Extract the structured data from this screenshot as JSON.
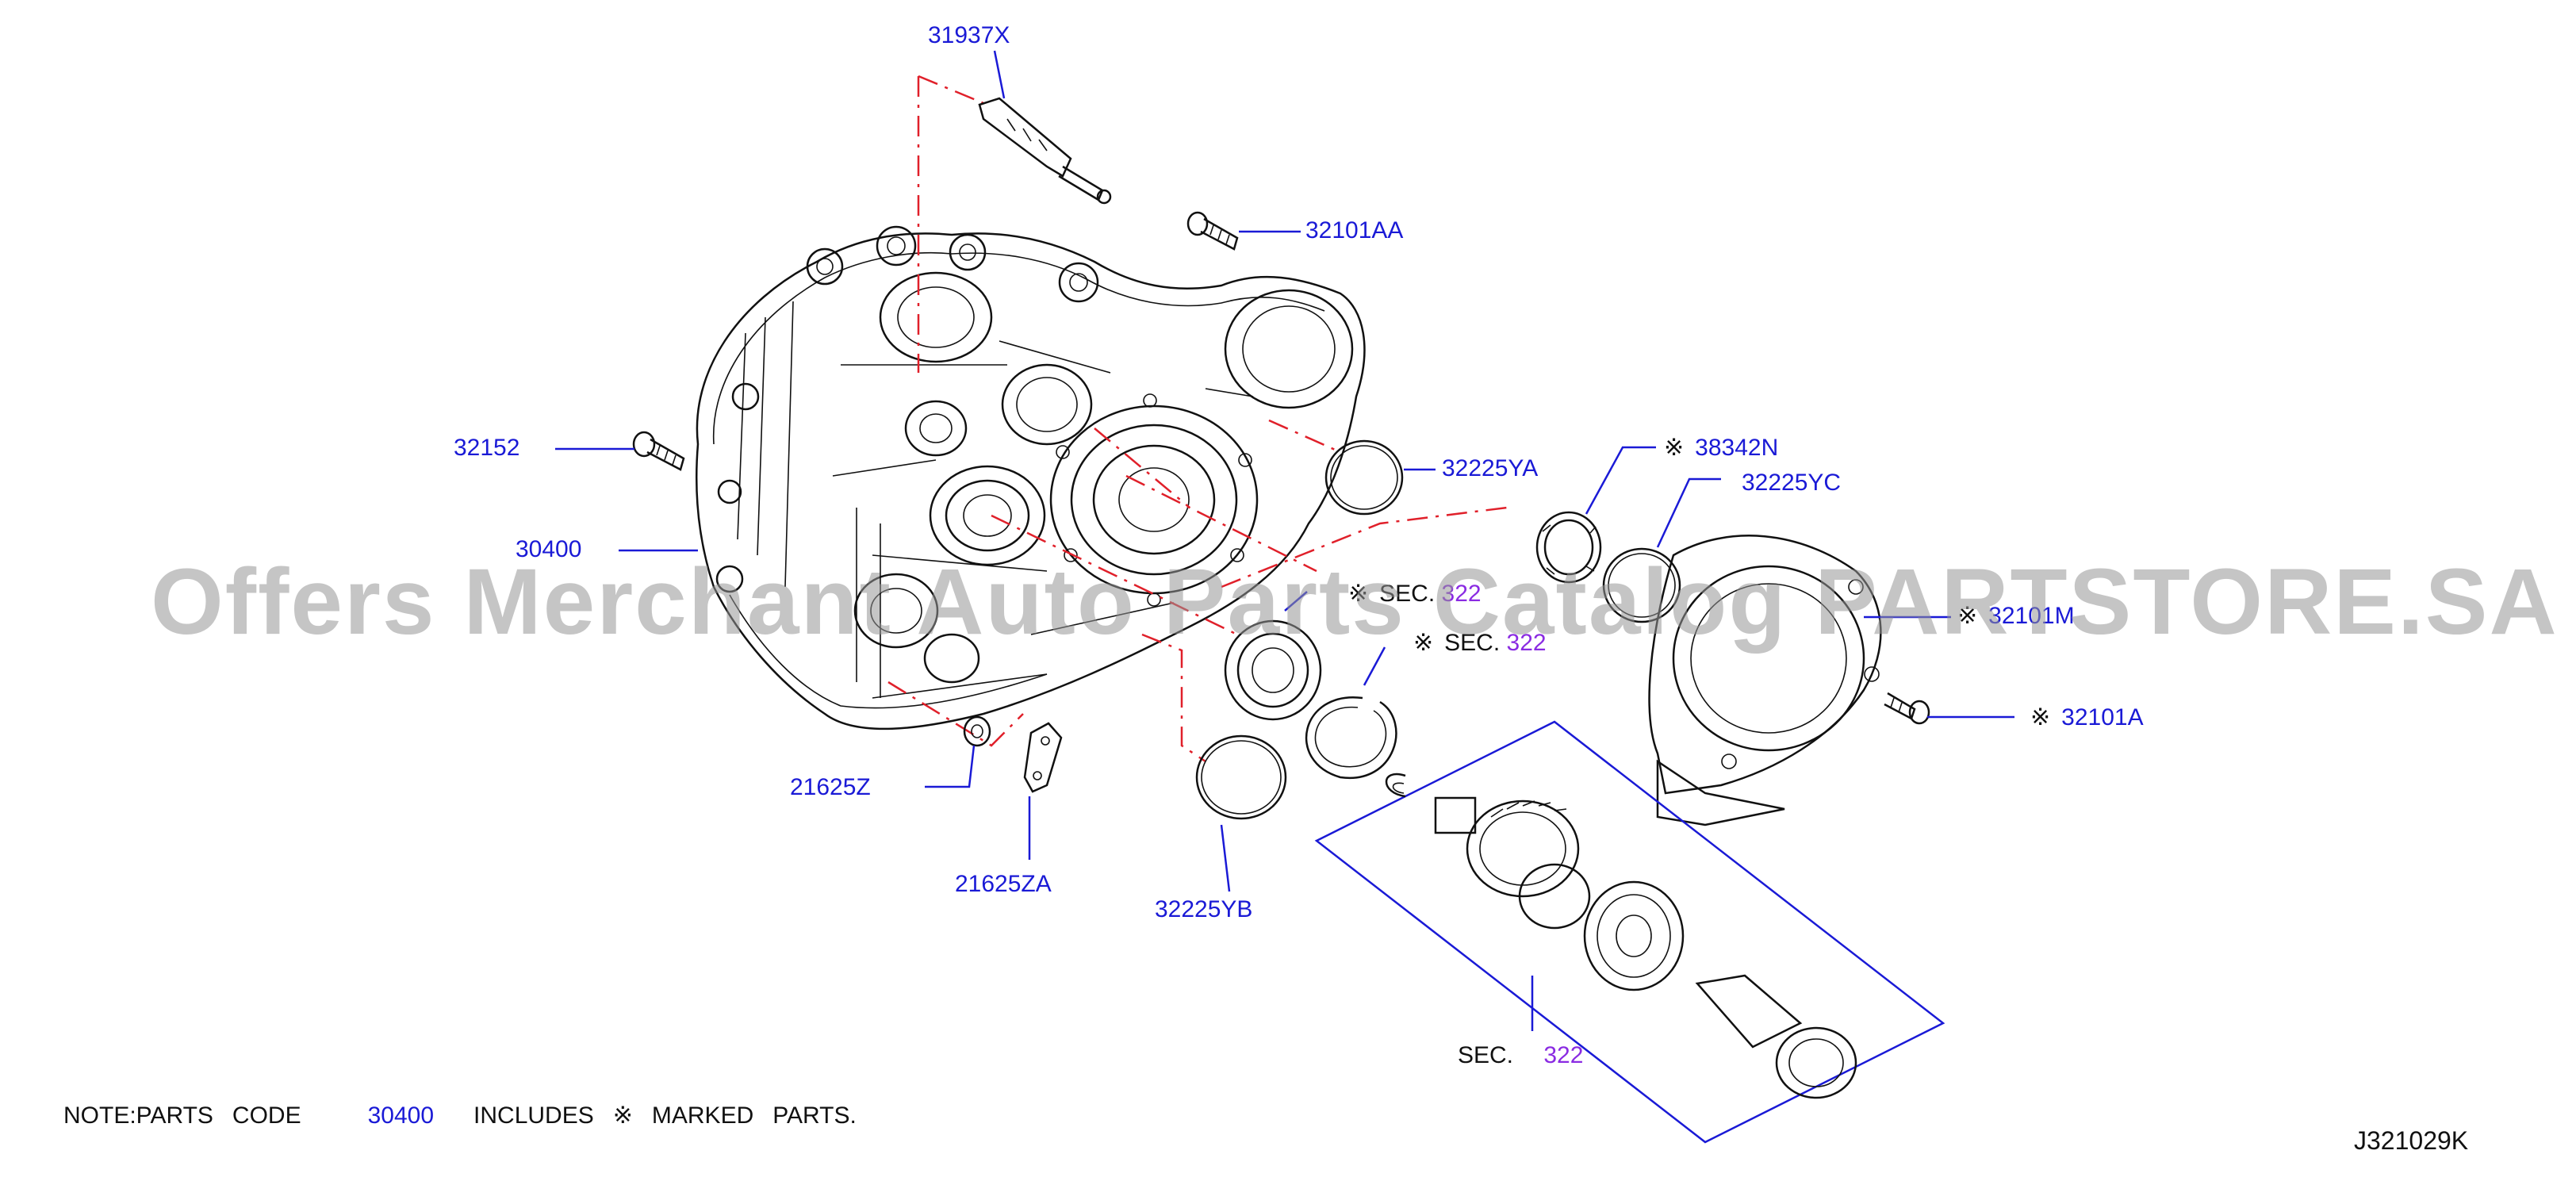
{
  "parts": {
    "p31937x": "31937X",
    "p32101aa": "32101AA",
    "p32152": "32152",
    "p30400": "30400",
    "p32225ya": "32225YA",
    "p38342n": "38342N",
    "p32225yc": "32225YC",
    "p32101m": "32101M",
    "p32101a": "32101A",
    "p21625z": "21625Z",
    "p21625za": "21625ZA",
    "p32225yb": "32225YB"
  },
  "sections": {
    "sec_prefix": "SEC.",
    "sec_number": "322",
    "mark": "※"
  },
  "note": {
    "prefix": "NOTE:PARTS",
    "code_word": "CODE",
    "code": "30400",
    "includes": "INCLUDES",
    "mark": "※",
    "marked": "MARKED",
    "parts": "PARTS."
  },
  "diagram_code": "J321029K",
  "watermark": "Offers Merchant Auto Parts Catalog PARTSTORE.SA"
}
